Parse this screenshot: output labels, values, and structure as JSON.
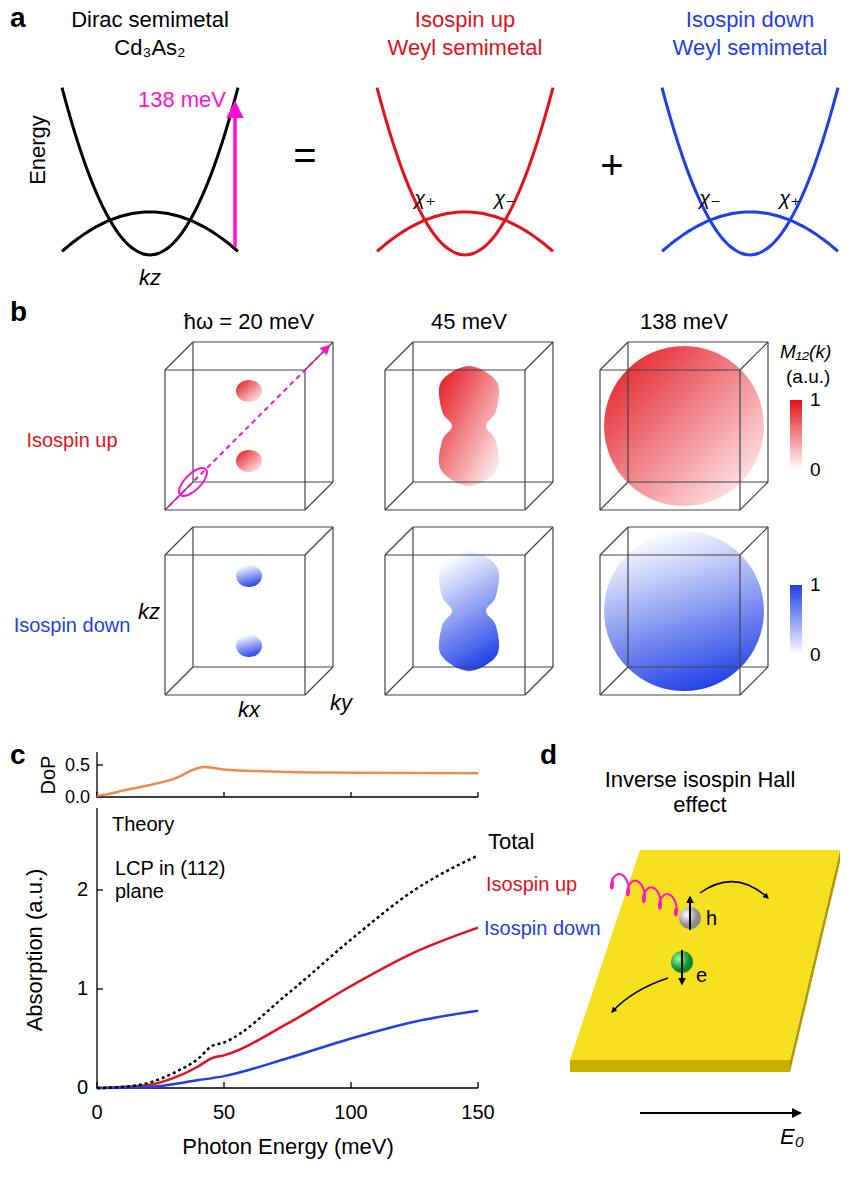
{
  "diagram": {
    "labels": [
      "a",
      "Dirac semimetal",
      "Cd₃As₂",
      "Energy",
      "kz",
      "138 meV",
      "=",
      "Isospin up",
      "Weyl semimetal",
      "χ₊",
      "χ₋",
      "+",
      "Isospin down",
      "Weyl semimetal",
      "χ₋",
      "χ₊",
      "b",
      "ħω = 20 meV",
      "45 meV",
      "138 meV",
      "M₁₂(k)",
      "(a.u.)",
      "1",
      "0",
      "Isospin up",
      "Isospin down",
      "1",
      "0",
      "kz",
      "kx",
      "ky",
      "c",
      "DoP",
      "0.5",
      "0.0",
      "Theory",
      "LCP in (112) plane",
      "Total",
      "Isospin up",
      "Isospin down",
      "Absorption (a.u.)",
      "2",
      "1",
      "0",
      "0",
      "50",
      "100",
      "150",
      "Photon Energy (meV)",
      "d",
      "Inverse isospin Hall effect",
      "h",
      "e",
      "E₀"
    ]
  }
}
